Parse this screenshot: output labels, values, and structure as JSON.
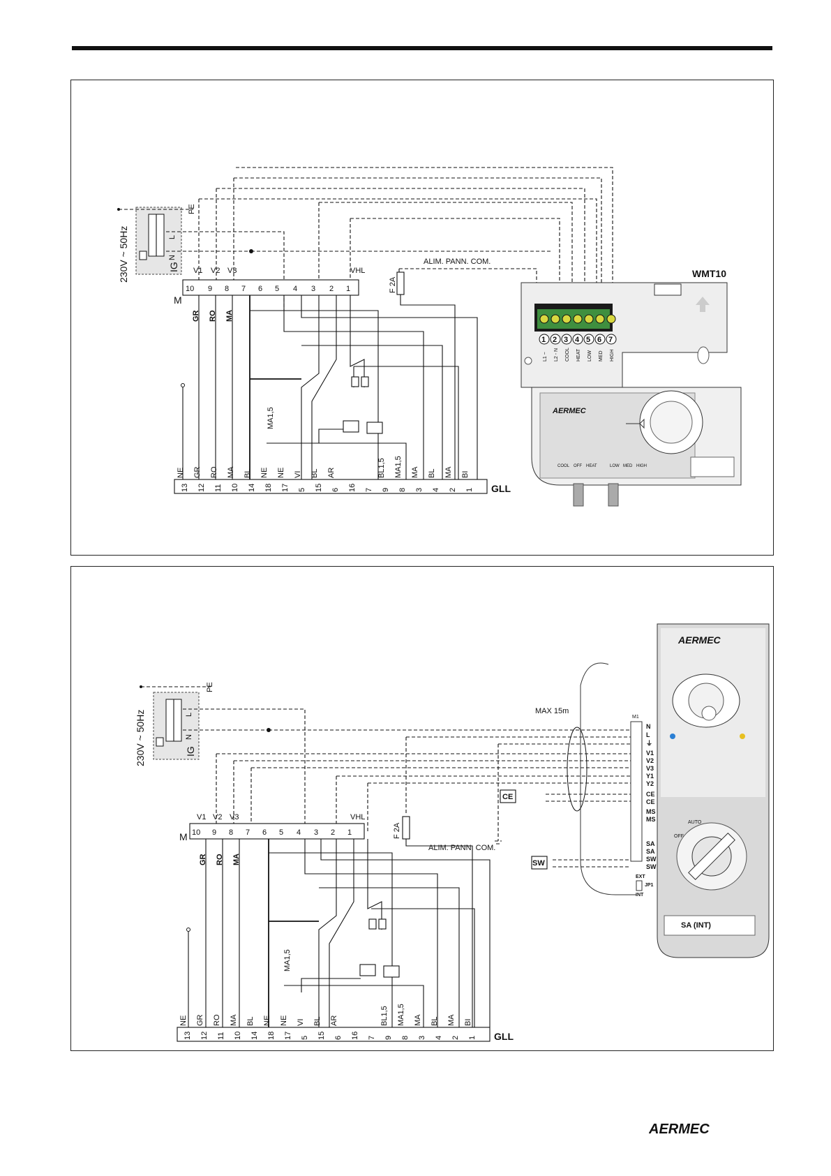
{
  "diagram_1": {
    "power_label": "230V ~ 50Hz",
    "pe_label": "PE",
    "switch_label": "IG",
    "line_label": "L",
    "neutral_label": "N",
    "motor_label": "M",
    "motor_taps": [
      "V1",
      "V2",
      "V3",
      "VHL"
    ],
    "motor_terminals": [
      "10",
      "9",
      "8",
      "7",
      "6",
      "5",
      "4",
      "3",
      "2",
      "1"
    ],
    "wire_colors_left": [
      "GR",
      "RO",
      "MA"
    ],
    "fuse_label": "F 2A",
    "supply_label": "ALIM. PANN. COM.",
    "branch_label": "MA1,5",
    "terminal_block_label": "GLL",
    "terminal_wires": [
      "NE",
      "GR",
      "RO",
      "MA",
      "BL",
      "NE",
      "NE",
      "VI",
      "BL",
      "AR",
      "",
      "",
      "BL1,5",
      "MA1,5",
      "MA",
      "BL",
      "MA",
      "BI"
    ],
    "terminal_numbers": [
      "13",
      "12",
      "11",
      "10",
      "14",
      "18",
      "17",
      "5",
      "15",
      "6",
      "16",
      "7",
      "9",
      "8",
      "3",
      "4",
      "2",
      "1"
    ],
    "controller": {
      "model": "WMT10",
      "brand": "AERMEC",
      "terminal_numbers": [
        "1",
        "2",
        "3",
        "4",
        "5",
        "6",
        "7"
      ],
      "terminal_labels": [
        "L1 ~",
        "L2 - N",
        "COOL",
        "HEAT",
        "LOW",
        "MED",
        "HIGH"
      ],
      "mode_labels": [
        "COOL",
        "OFF",
        "HEAT"
      ],
      "speed_labels": [
        "LOW",
        "MED",
        "HIGH"
      ]
    }
  },
  "diagram_2": {
    "power_label": "230V ~ 50Hz",
    "pe_label": "PE",
    "switch_label": "IG",
    "line_label": "L",
    "neutral_label": "N",
    "motor_label": "M",
    "motor_taps": [
      "V1",
      "V2",
      "V3",
      "VHL"
    ],
    "motor_terminals": [
      "10",
      "9",
      "8",
      "7",
      "6",
      "5",
      "4",
      "3",
      "2",
      "1"
    ],
    "wire_colors_left": [
      "GR",
      "RO",
      "MA"
    ],
    "fuse_label": "F 2A",
    "supply_label": "ALIM. PANN. COM.",
    "branch_label": "MA1,5",
    "terminal_block_label": "GLL",
    "terminal_wires": [
      "NE",
      "GR",
      "RO",
      "MA",
      "BL",
      "NE",
      "NE",
      "VI",
      "BL",
      "AR",
      "",
      "",
      "BL1,5",
      "MA1,5",
      "MA",
      "BL",
      "MA",
      "BI"
    ],
    "terminal_numbers": [
      "13",
      "12",
      "11",
      "10",
      "14",
      "18",
      "17",
      "5",
      "15",
      "6",
      "16",
      "7",
      "9",
      "8",
      "3",
      "4",
      "2",
      "1"
    ],
    "max_length_label": "MAX 15m",
    "controller": {
      "brand": "AERMEC",
      "block_label": "M1",
      "terminal_labels": [
        "N",
        "L",
        "⏚",
        "V1",
        "V2",
        "V3",
        "Y1",
        "Y2",
        "CE",
        "CE",
        "MS",
        "MS"
      ],
      "sensor_terminals": [
        "SA",
        "SA",
        "SW",
        "SW"
      ],
      "jumper_labels": [
        "EXT",
        "JP1",
        "INT"
      ],
      "ce_label": "CE",
      "sw_label": "SW",
      "sensor_label": "SA (INT)",
      "selector_labels": [
        "AUTO",
        "OFF"
      ]
    }
  },
  "footer_brand": "AERMEC"
}
